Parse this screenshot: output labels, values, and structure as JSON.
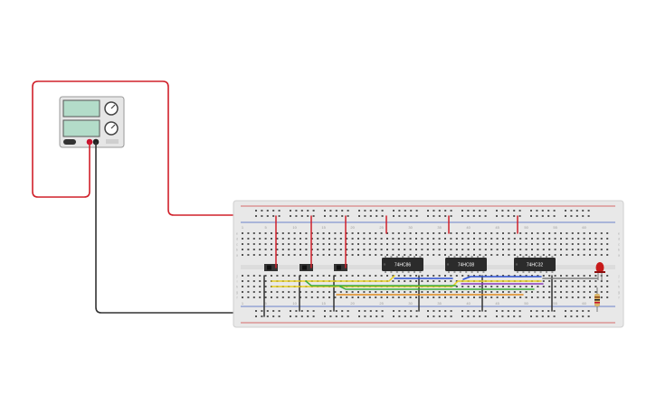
{
  "canvas": {
    "background": "#ffffff"
  },
  "power_supply": {
    "display_top": "",
    "display_bottom": "",
    "body_color": "#e6e6e6",
    "display_color": "#b3dcc9",
    "terminal_positive_color": "#c8102e",
    "terminal_negative_color": "#222222",
    "wire_positive_color": "#d0202a",
    "wire_negative_color": "#333333"
  },
  "breadboard": {
    "body_color": "#e8e8e8",
    "hole_color": "#555555",
    "rail_red": "#d04040",
    "rail_blue": "#4060c0",
    "column_numbers": [
      "1",
      "5",
      "10",
      "15",
      "20",
      "25",
      "30",
      "35",
      "40",
      "45",
      "50",
      "55",
      "60"
    ],
    "row_letters": [
      "a",
      "b",
      "c",
      "d",
      "e",
      "f",
      "g",
      "h",
      "i",
      "j"
    ]
  },
  "chips": [
    {
      "label": "74HC86"
    },
    {
      "label": "74HC08"
    },
    {
      "label": "74HC32"
    }
  ],
  "switches": [
    {
      "name": "slide-switch-1"
    },
    {
      "name": "slide-switch-2"
    },
    {
      "name": "slide-switch-3"
    }
  ],
  "led": {
    "color": "#c81a1a"
  },
  "resistor": {
    "color": "#d9b56a"
  },
  "wire_colors": {
    "red": "#d0202a",
    "black": "#333333",
    "yellow": "#e8d020",
    "green": "#3caa3c",
    "blue": "#2a4fd0",
    "purple": "#8a3ab9",
    "orange": "#e08a1e",
    "gray": "#7a7a7a"
  }
}
